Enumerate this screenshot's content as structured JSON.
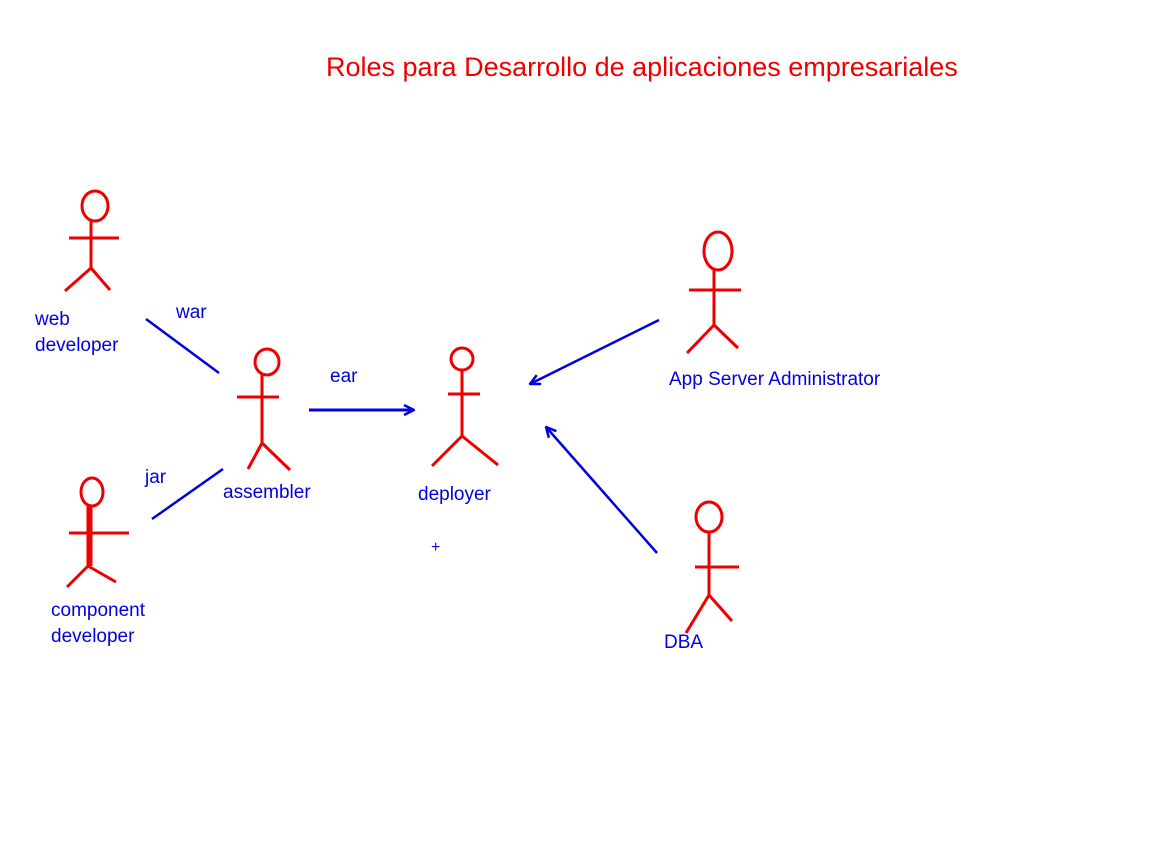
{
  "title": "Roles  para Desarrollo de aplicaciones empresariales",
  "actors": {
    "web_developer": {
      "line1": "web",
      "line2": "developer"
    },
    "component_developer": {
      "line1": "component",
      "line2": "developer"
    },
    "assembler": {
      "label": "assembler"
    },
    "deployer": {
      "label": "deployer"
    },
    "app_server_admin": {
      "label": "App Server Administrator"
    },
    "dba": {
      "label": "DBA"
    }
  },
  "connectors": {
    "war": "war",
    "jar": "jar",
    "ear": "ear"
  },
  "marks": {
    "plus": "+"
  },
  "colors": {
    "actor": "#ee0000",
    "connector": "#0000e0",
    "title": "#ee0000",
    "background": "#ffffff"
  }
}
